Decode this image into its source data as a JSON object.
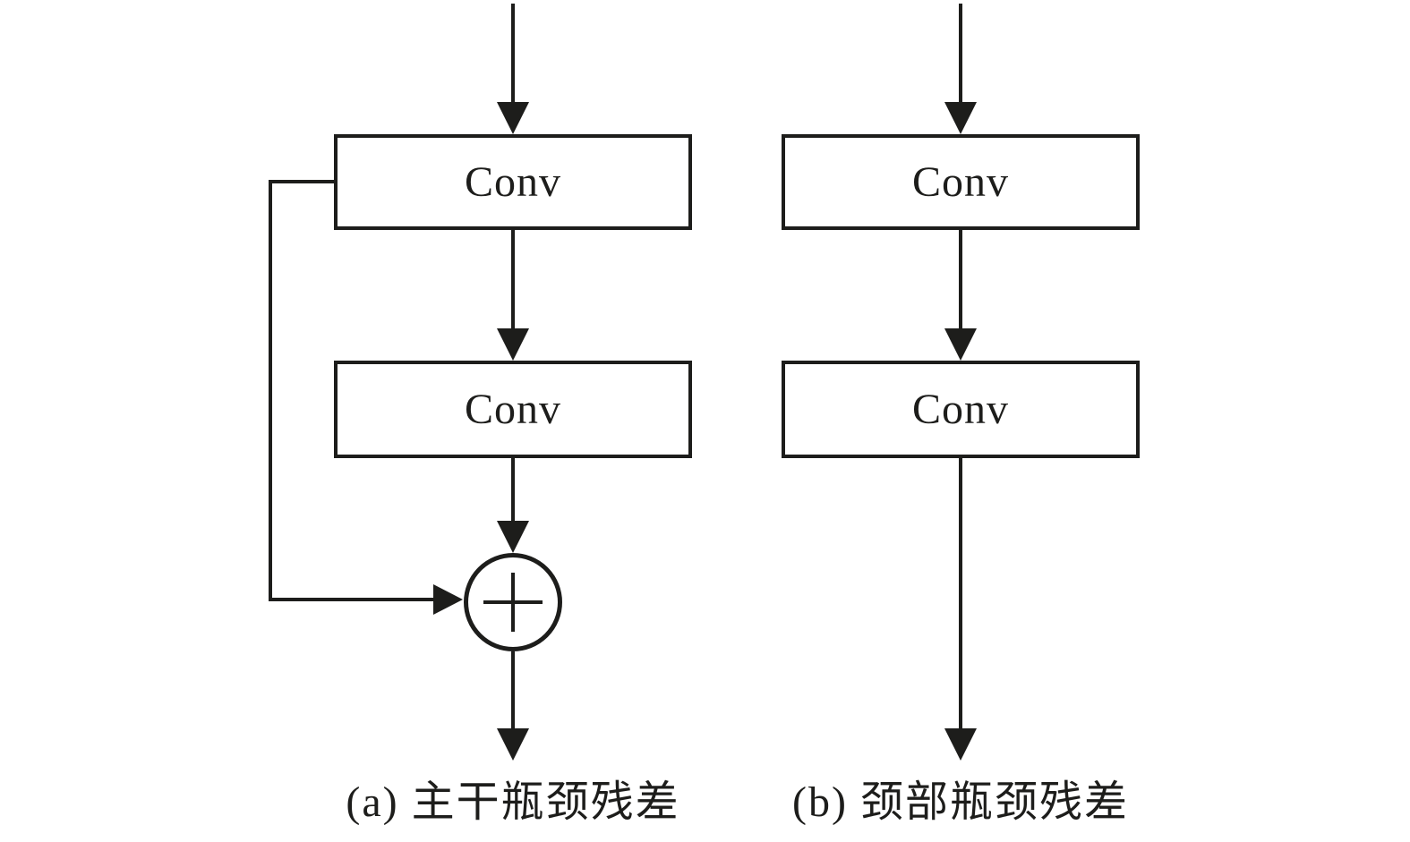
{
  "colors": {
    "background": "#ffffff",
    "stroke": "#1d1d1b",
    "text": "#1d1d1b"
  },
  "panels": {
    "a": {
      "caption": "(a) 主干瓶颈残差",
      "conv1_label": "Conv",
      "conv2_label": "Conv",
      "add_symbol": "+"
    },
    "b": {
      "caption": "(b) 颈部瓶颈残差",
      "conv1_label": "Conv",
      "conv2_label": "Conv"
    }
  }
}
